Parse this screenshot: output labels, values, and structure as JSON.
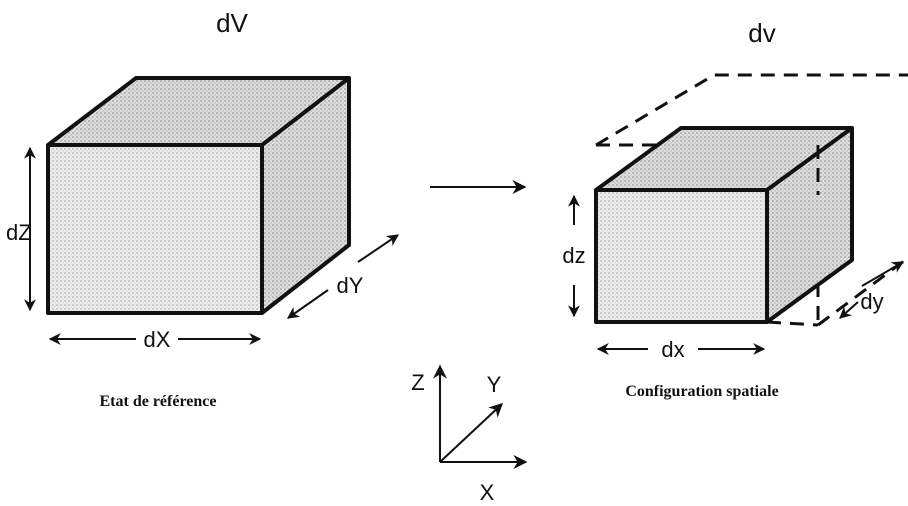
{
  "reference": {
    "volume_label": "dV",
    "dx_label": "dX",
    "dy_label": "dY",
    "dz_label": "dZ",
    "caption": "Etat de référence"
  },
  "spatial": {
    "volume_label": "dv",
    "dx_label": "dx",
    "dy_label": "dy",
    "dz_label": "dz",
    "caption": "Configuration spatiale"
  },
  "axes": {
    "x_label": "X",
    "y_label": "Y",
    "z_label": "Z"
  },
  "colors": {
    "ink": "#111111",
    "face_fill": "#e6e6e6",
    "top_fill": "#d8d8d8",
    "side_fill": "#cfcfcf"
  }
}
